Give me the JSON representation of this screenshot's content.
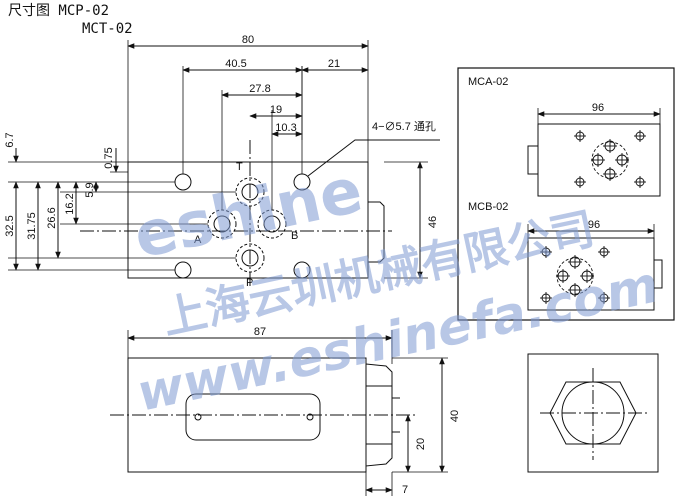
{
  "title": {
    "line1": "尺寸图 MCP-02",
    "line2": "MCT-02"
  },
  "top_view": {
    "dims": {
      "overall_width": "80",
      "d_40_5": "40.5",
      "d_21": "21",
      "d_27_8": "27.8",
      "d_19": "19",
      "d_10_3": "10.3",
      "d_6_7": "6.7",
      "d_0_75": "0.75",
      "d_5_9": "5.9",
      "d_16_2": "16.2",
      "d_26_6": "26.6",
      "d_31_75": "31.75",
      "d_32_5": "32.5",
      "d_46": "46"
    },
    "hole_note": "4−∅5.7 通孔",
    "ports": {
      "t": "T",
      "a": "A",
      "b": "B",
      "p": "P"
    }
  },
  "side_view": {
    "dims": {
      "length": "87",
      "height": "40",
      "d_20": "20",
      "d_7": "7"
    }
  },
  "inset": {
    "mca": {
      "label": "MCA-02",
      "dim": "96"
    },
    "mcb": {
      "label": "MCB-02",
      "dim": "96"
    }
  },
  "watermark": {
    "brand": "eshine",
    "company": "上海云圳机械有限公司",
    "url": "www.eshinefa.com"
  }
}
